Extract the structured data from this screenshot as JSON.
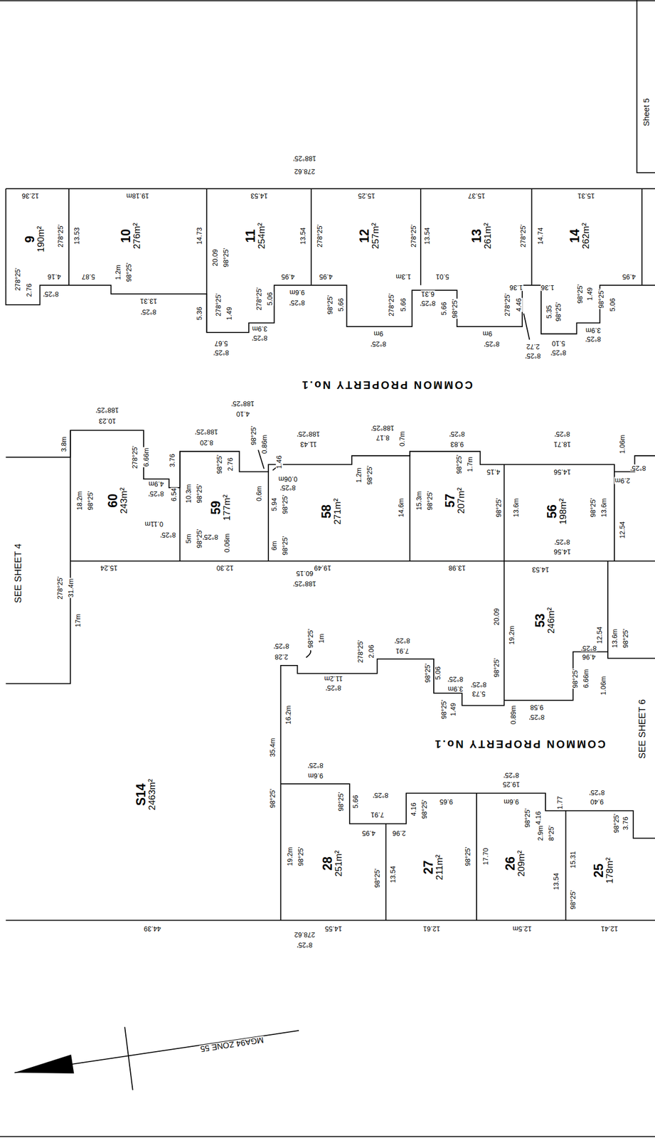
{
  "diagram": {
    "nodes": [
      {
        "text": [
          "9",
          "190m²"
        ]
      },
      {
        "text": [
          "10",
          "276m²"
        ]
      },
      {
        "text": [
          "11",
          "254m²"
        ]
      },
      {
        "text": [
          "12",
          "257m²"
        ]
      },
      {
        "text": [
          "13",
          "261m²"
        ]
      },
      {
        "text": [
          "14",
          "262m²"
        ]
      },
      {
        "text": [
          "COMMON PROPERTY No.1"
        ]
      },
      {
        "text": [
          "60",
          "243m²"
        ]
      },
      {
        "text": [
          "59",
          "177m²"
        ]
      },
      {
        "text": [
          "58",
          "271m²"
        ]
      },
      {
        "text": [
          "57",
          "207m²"
        ]
      },
      {
        "text": [
          "56",
          "198m²"
        ]
      },
      {
        "text": [
          "53",
          "246m²"
        ]
      },
      {
        "text": [
          "COMMON PROPERTY No.1"
        ]
      },
      {
        "text": [
          "S14",
          "2463m²"
        ]
      },
      {
        "text": [
          "28",
          "251m²"
        ]
      },
      {
        "text": [
          "27",
          "211m²"
        ]
      },
      {
        "text": [
          "26",
          "209m²"
        ]
      },
      {
        "text": [
          "25",
          "178m²"
        ]
      }
    ],
    "labels": [
      "188°25'",
      "278.62",
      "12.36",
      "19.18m",
      "14.53",
      "15.25",
      "15.37",
      "15.31",
      "278°25'",
      "2.76",
      "8°25'",
      "4.16",
      "278°25'",
      "13.53",
      "5.87",
      "1.2m",
      "98°25'",
      "13.31",
      "8°25'",
      "14.73",
      "5.36",
      "20.09",
      "98°25'",
      "278°25'",
      "1.49",
      "5.67",
      "8°25'",
      "3.9m",
      "8°25'",
      "278°25'",
      "5.06",
      "4.95",
      "9.6m",
      "8°25'",
      "13.54",
      "278°25'",
      "4.95",
      "98°25'",
      "5.66",
      "278°25'",
      "5.66",
      "9m",
      "8°25'",
      "278°25'",
      "1.3m",
      "13.54",
      "5.01",
      "6.31",
      "8°25'",
      "5.66",
      "98°25'",
      "9m",
      "8°25'",
      "278°25'",
      "4.46",
      "278°25'",
      "1.36",
      "14.74",
      "1.36",
      "2.72",
      "8°25'",
      "5.35",
      "98°25'",
      "5.10",
      "8°25'",
      "98°25'",
      "1.49",
      "3.9m",
      "8°25'",
      "98°25'",
      "5.06",
      "4.95",
      "188°25'",
      "10.23",
      "3.8m",
      "278°25'",
      "6.66m",
      "3.76",
      "4.9m",
      "8°25'",
      "6.54",
      "0.11m",
      "8°25'",
      "18.2m",
      "98°25'",
      "15.24",
      "188°25'",
      "8.20",
      "10.3m",
      "98°25'",
      "98°25'",
      "2.76",
      "5m",
      "98°25'",
      "0.06m",
      "8°25'",
      "12.30",
      "188°25'",
      "4.10",
      "98°25'",
      "0.86m",
      "1.46",
      "0.6m",
      "0.06m",
      "8°25'",
      "5.94",
      "98°25'",
      "6m",
      "98°25'",
      "188°25'",
      "11.43",
      "188°25'",
      "8.17",
      "0.7m",
      "1.2m",
      "98°25'",
      "14.6m",
      "19.49",
      "60.15",
      "188°25'",
      "8°25'",
      "9.83",
      "15.3m",
      "98°25'",
      "98°25'",
      "1.7m",
      "4.15",
      "98°25'",
      "13.98",
      "8°25'",
      "18.71",
      "14.56",
      "13.6m",
      "8°25'",
      "14.56",
      "98°25'",
      "13.6m",
      "1.06m",
      "2.9m",
      "8°25'",
      "12.54",
      "14.53",
      "20.09",
      "19.2m",
      "98°25'",
      "12.54",
      "13.6m",
      "98°25'",
      "8°25'",
      "4.96",
      "98°25'",
      "6.66m",
      "1.06m",
      "0.89m",
      "9.58",
      "8°25'",
      "8°25'",
      "5.73",
      "98°25'",
      "1.49",
      "3.9m",
      "8°25'",
      "98°25'",
      "5.06",
      "7.91",
      "8°25'",
      "278°25'",
      "2.06",
      "11.2m",
      "8°25'",
      "98°25'",
      "1m",
      "8°25'",
      "2.28",
      "16.2m",
      "35.4m",
      "98°25'",
      "9.6m",
      "8°25'",
      "98°25'",
      "5.66",
      "8°25'",
      "7.91",
      "4.95",
      "2.96",
      "4.16",
      "98°25'",
      "9.65",
      "8°25'",
      "19.25",
      "9.6m",
      "98°25'",
      "4.16",
      "1.77",
      "2.9m",
      "8°25'",
      "8°25'",
      "9.40",
      "98°25'",
      "3.76",
      "19.2m",
      "98°25'",
      "98°25'",
      "13.54",
      "98°25'",
      "17.70",
      "13.54",
      "15.31",
      "98°25'",
      "44.39",
      "14.55",
      "12.61",
      "12.5m",
      "12.41",
      "278.62",
      "8°25'",
      "Sheet 5",
      "SEE SHEET 4",
      "SEE SHEET 6",
      "17m",
      "278°25'",
      "31.4m",
      "MGA94 ZONE 55"
    ]
  }
}
